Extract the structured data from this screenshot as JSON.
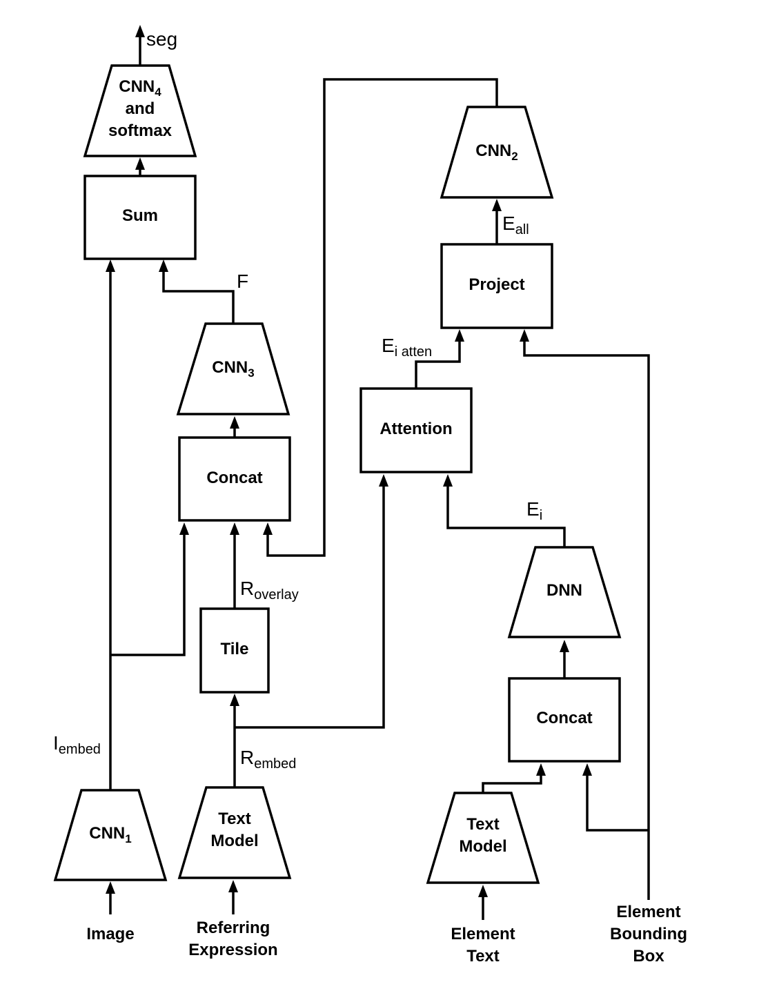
{
  "nodes": {
    "cnn4": {
      "label_main": "CNN",
      "label_sub": "4",
      "line2": "and",
      "line3": "softmax"
    },
    "sum": {
      "label": "Sum"
    },
    "cnn3": {
      "label_main": "CNN",
      "label_sub": "3"
    },
    "concat_left": {
      "label": "Concat"
    },
    "tile": {
      "label": "Tile"
    },
    "cnn1": {
      "label_main": "CNN",
      "label_sub": "1"
    },
    "text_model_left": {
      "line1": "Text",
      "line2": "Model"
    },
    "cnn2": {
      "label_main": "CNN",
      "label_sub": "2"
    },
    "project": {
      "label": "Project"
    },
    "attention": {
      "label": "Attention"
    },
    "dnn": {
      "label": "DNN"
    },
    "concat_right": {
      "label": "Concat"
    },
    "text_model_right": {
      "line1": "Text",
      "line2": "Model"
    }
  },
  "inputs": {
    "image": {
      "line1": "Image"
    },
    "referring_expression": {
      "line1": "Referring",
      "line2": "Expression"
    },
    "element_text": {
      "line1": "Element",
      "line2": "Text"
    },
    "element_bounding_box": {
      "line1": "Element",
      "line2": "Bounding",
      "line3": "Box"
    }
  },
  "edge_labels": {
    "seg": "seg",
    "F": "F",
    "E_all": {
      "main": "E",
      "sub": "all"
    },
    "E_i_atten": {
      "main": "E",
      "sub": "i atten"
    },
    "E_i": {
      "main": "E",
      "sub": "i"
    },
    "R_overlay": {
      "main": "R",
      "sub": "overlay"
    },
    "I_embed": {
      "main": "I",
      "sub": "embed"
    },
    "R_embed": {
      "main": "R",
      "sub": "embed"
    }
  },
  "colors": {
    "stroke": "#000000",
    "background": "#ffffff"
  }
}
